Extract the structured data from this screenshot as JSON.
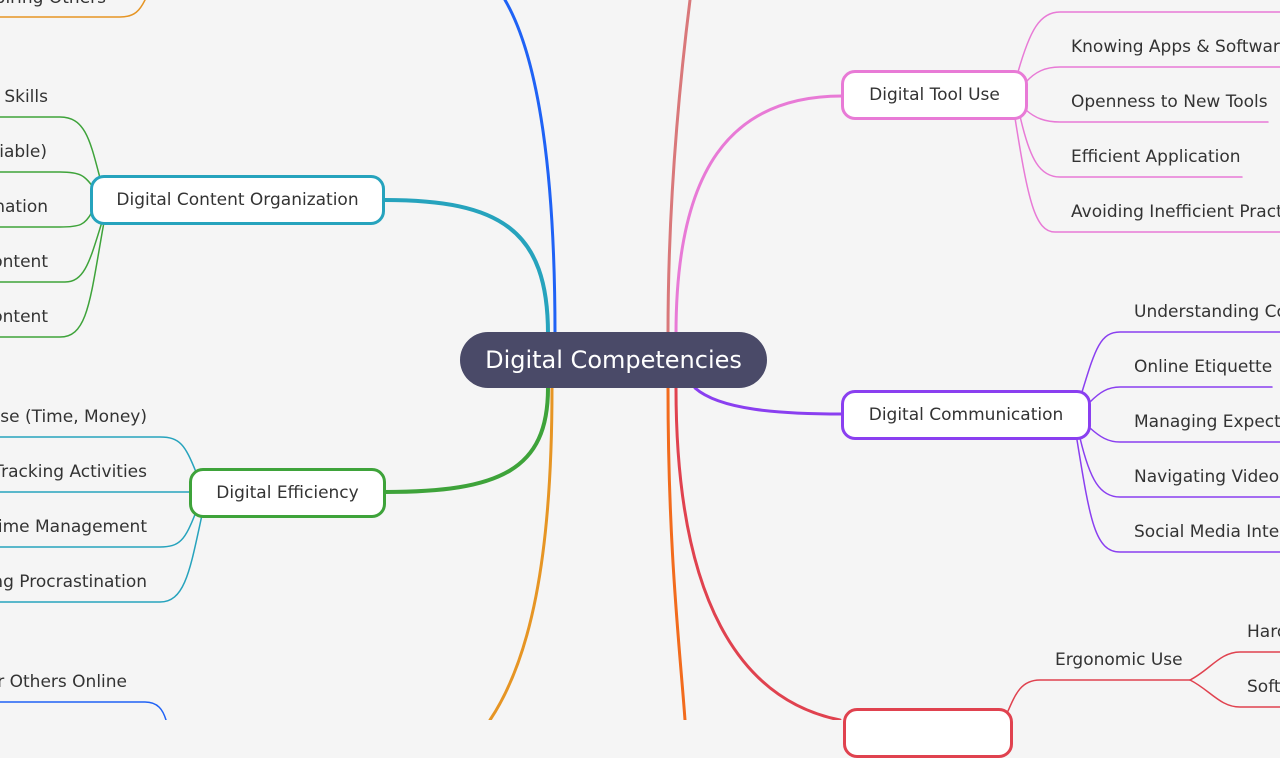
{
  "center": "Digital Competencies",
  "colors": {
    "center": "#4a4a68",
    "content_org": "#26a3bd",
    "efficiency": "#3ea33a",
    "tool_use": "#e87ad6",
    "communication": "#8a3ff0",
    "ergonomic": "#e0424f",
    "blue": "#1f62f5",
    "orange": "#e69524"
  },
  "left": {
    "top_partial": "piring Others",
    "content_org": {
      "label": "Digital Content Organization",
      "children": [
        "Skills",
        "iable)",
        "nation",
        "ontent",
        "ontent"
      ]
    },
    "efficiency": {
      "label": "Digital Efficiency",
      "children": [
        "Use (Time, Money)",
        "Tracking Activities",
        "Time Management",
        "ng Procrastination"
      ]
    },
    "bottom_partial": "r Others Online"
  },
  "right": {
    "tool_use": {
      "label": "Digital Tool Use",
      "children": [
        "Knowing Apps & Software",
        "Openness to New Tools",
        "Efficient Application",
        "Avoiding Inefficient Practices"
      ]
    },
    "communication": {
      "label": "Digital Communication",
      "children": [
        "Understanding Co",
        "Online Etiquette",
        "Managing Expecta",
        "Navigating Video",
        "Social Media Inter"
      ]
    },
    "ergonomic": {
      "label": "Ergonomic Use",
      "children": [
        "Hard",
        "Soft"
      ]
    }
  }
}
